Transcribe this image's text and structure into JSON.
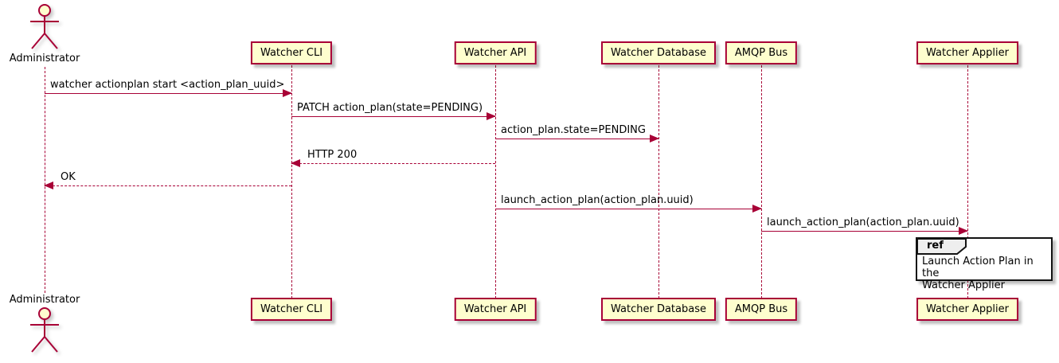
{
  "diagram": {
    "kind": "sequence-diagram"
  },
  "actors": [
    {
      "name": "Administrator"
    }
  ],
  "participants": [
    {
      "name": "Watcher CLI"
    },
    {
      "name": "Watcher API"
    },
    {
      "name": "Watcher Database"
    },
    {
      "name": "AMQP Bus"
    },
    {
      "name": "Watcher Applier"
    }
  ],
  "messages": [
    {
      "from": "Administrator",
      "to": "Watcher CLI",
      "label": "watcher actionplan start <action_plan_uuid>",
      "line": "solid",
      "direction": "right"
    },
    {
      "from": "Watcher CLI",
      "to": "Watcher API",
      "label": "PATCH action_plan(state=PENDING)",
      "line": "solid",
      "direction": "right"
    },
    {
      "from": "Watcher API",
      "to": "Watcher Database",
      "label": "action_plan.state=PENDING",
      "line": "solid",
      "direction": "right"
    },
    {
      "from": "Watcher API",
      "to": "Watcher CLI",
      "label": "HTTP 200",
      "line": "dashed",
      "direction": "left"
    },
    {
      "from": "Watcher CLI",
      "to": "Administrator",
      "label": "OK",
      "line": "dashed",
      "direction": "left"
    },
    {
      "from": "Watcher API",
      "to": "AMQP Bus",
      "label": "launch_action_plan(action_plan.uuid)",
      "line": "solid",
      "direction": "right"
    },
    {
      "from": "AMQP Bus",
      "to": "Watcher Applier",
      "label": "launch_action_plan(action_plan.uuid)",
      "line": "solid",
      "direction": "right"
    }
  ],
  "ref": {
    "keyword": "ref",
    "over": "Watcher Applier",
    "lines": [
      "Launch Action Plan in the",
      "Watcher Applier"
    ]
  },
  "colors": {
    "stroke": "#A80036",
    "participant_fill": "#FEFECE",
    "text": "#000000",
    "ref_border": "#131313",
    "ref_tab_fill": "#EEEEEE",
    "background": "#FFFFFF"
  }
}
